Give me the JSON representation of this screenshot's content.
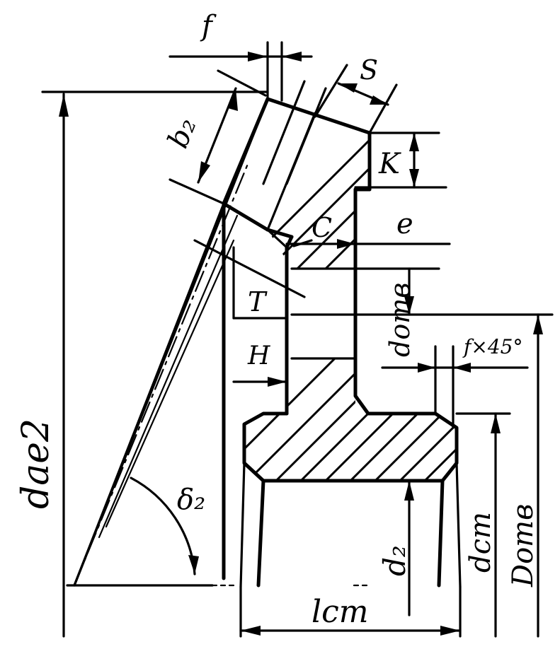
{
  "labels": {
    "f": "f",
    "S": "S",
    "b2": "b₂",
    "K": "K",
    "C": "C",
    "e": "e",
    "T": "T",
    "d_otv": "dотв",
    "H": "H",
    "chamfer": "f×45°",
    "d_ae2": "dae2",
    "delta2": "δ₂",
    "d2": "d₂",
    "d_st": "dст",
    "D_otv": "Dотв",
    "l_st": "lст"
  }
}
